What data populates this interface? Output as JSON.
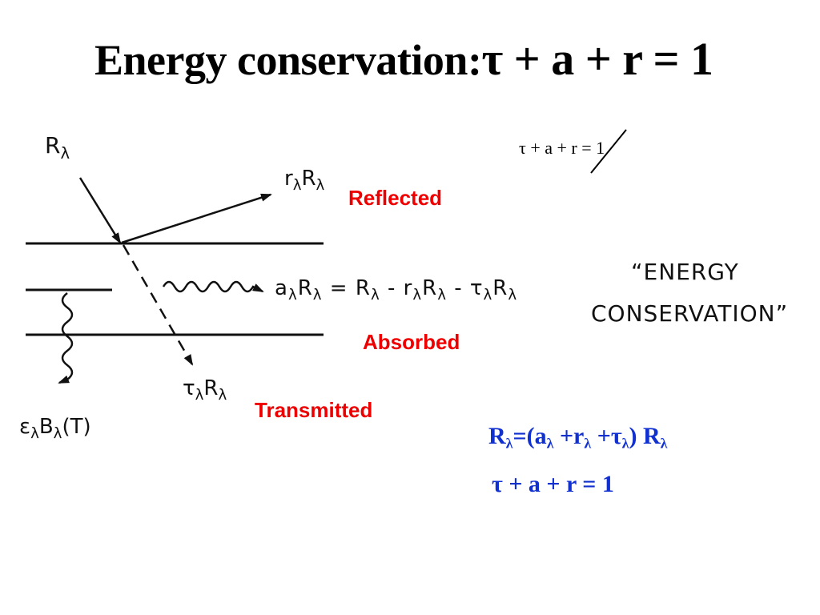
{
  "title": {
    "text": "Energy conservation:",
    "equation": "τ + a + r = 1"
  },
  "small_equation": "τ + a + r = 1",
  "labels": {
    "reflected": "Reflected",
    "absorbed": "Absorbed",
    "transmitted": "Transmitted"
  },
  "handwritten": {
    "incident_R": "R",
    "incident_sub": "λ",
    "reflected": {
      "a": "r",
      "a_sub": "λ",
      "b": "R",
      "b_sub": "λ"
    },
    "absorbed": {
      "a": "a",
      "a_sub": "λ",
      "b": "R",
      "b_sub": "λ",
      "eq": " = ",
      "c": "R",
      "c_sub": "λ",
      "m1": " - ",
      "d": "r",
      "d_sub": "λ",
      "e": "R",
      "e_sub": "λ",
      "m2": " - ",
      "f": "τ",
      "f_sub": "λ",
      "g": "R",
      "g_sub": "λ"
    },
    "transmitted": {
      "a": "τ",
      "a_sub": "λ",
      "b": "R",
      "b_sub": "λ"
    },
    "emission": {
      "a": "ε",
      "a_sub": "λ",
      "b": "B",
      "b_sub": "λ",
      "c": "(T)"
    }
  },
  "energy_note": {
    "line1": "“ENERGY",
    "line2": "CONSERVATION”"
  },
  "blue_equations": {
    "eq1": {
      "lhs": "R",
      "lhs_sub": "λ",
      "open": "=(a",
      "a_sub": "λ",
      "plus_r": " +r",
      "r_sub": "λ",
      "plus_t": " +τ",
      "t_sub": "λ",
      "close": ") R",
      "end_sub": "λ"
    },
    "eq2": "τ + a + r = 1"
  },
  "colors": {
    "red": "#ee0000",
    "blue": "#1030d0",
    "ink": "#111111"
  }
}
